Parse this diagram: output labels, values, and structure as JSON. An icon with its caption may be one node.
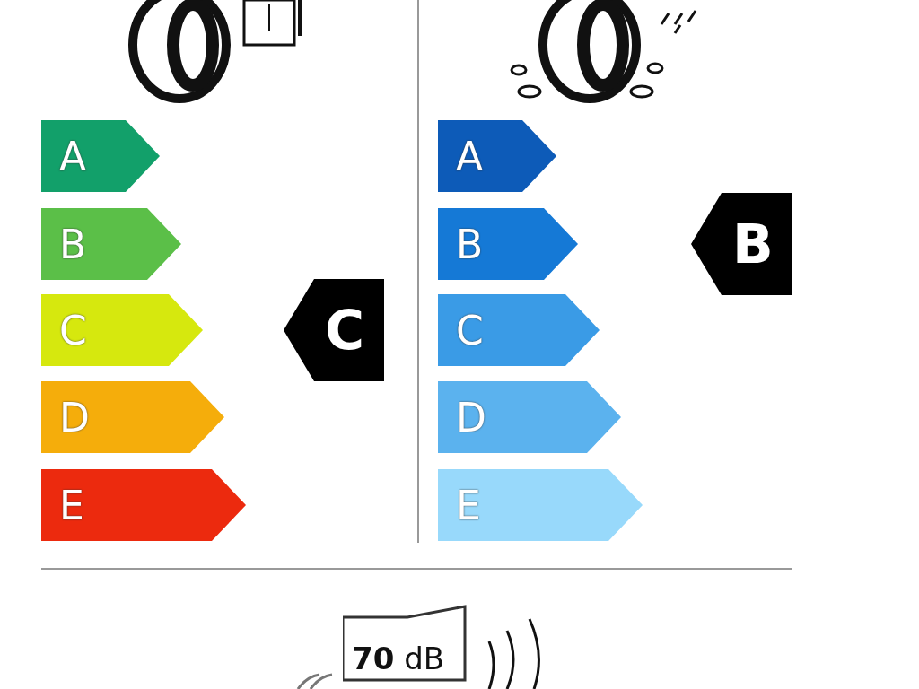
{
  "diagram": {
    "nodes": [
      {
        "text": [
          "A"
        ]
      },
      {
        "text": [
          "B"
        ]
      },
      {
        "text": [
          "C"
        ]
      },
      {
        "text": [
          "D"
        ]
      },
      {
        "text": [
          "E"
        ]
      },
      {
        "text": [
          "C"
        ]
      },
      {
        "text": [
          "A"
        ]
      },
      {
        "text": [
          "B"
        ]
      },
      {
        "text": [
          "C"
        ]
      },
      {
        "text": [
          "D"
        ]
      },
      {
        "text": [
          "E"
        ]
      },
      {
        "text": [
          "B"
        ]
      },
      {
        "text": [
          "**70** dB"
        ]
      }
    ],
    "edges": []
  }
}
